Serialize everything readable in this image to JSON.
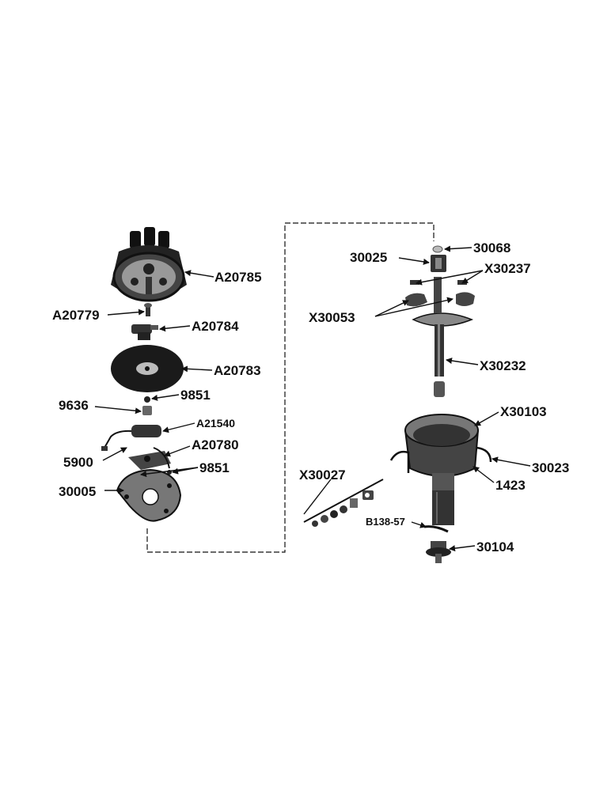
{
  "labels": {
    "A20785": "A20785",
    "A20779": "A20779",
    "A20784": "A20784",
    "A20783": "A20783",
    "n9851a": "9851",
    "n9636": "9636",
    "A21540": "A21540",
    "A20780": "A20780",
    "n5900": "5900",
    "n9851b": "9851",
    "n30005": "30005",
    "n30068": "30068",
    "n30025": "30025",
    "X30237": "X30237",
    "X30053": "X30053",
    "X30232": "X30232",
    "X30103": "X30103",
    "n30023": "30023",
    "n1423": "1423",
    "X30027": "X30027",
    "B138": "B138-57",
    "n30104": "30104"
  },
  "colors": {
    "ink": "#111111",
    "paper": "#ffffff",
    "mid": "#555555"
  }
}
